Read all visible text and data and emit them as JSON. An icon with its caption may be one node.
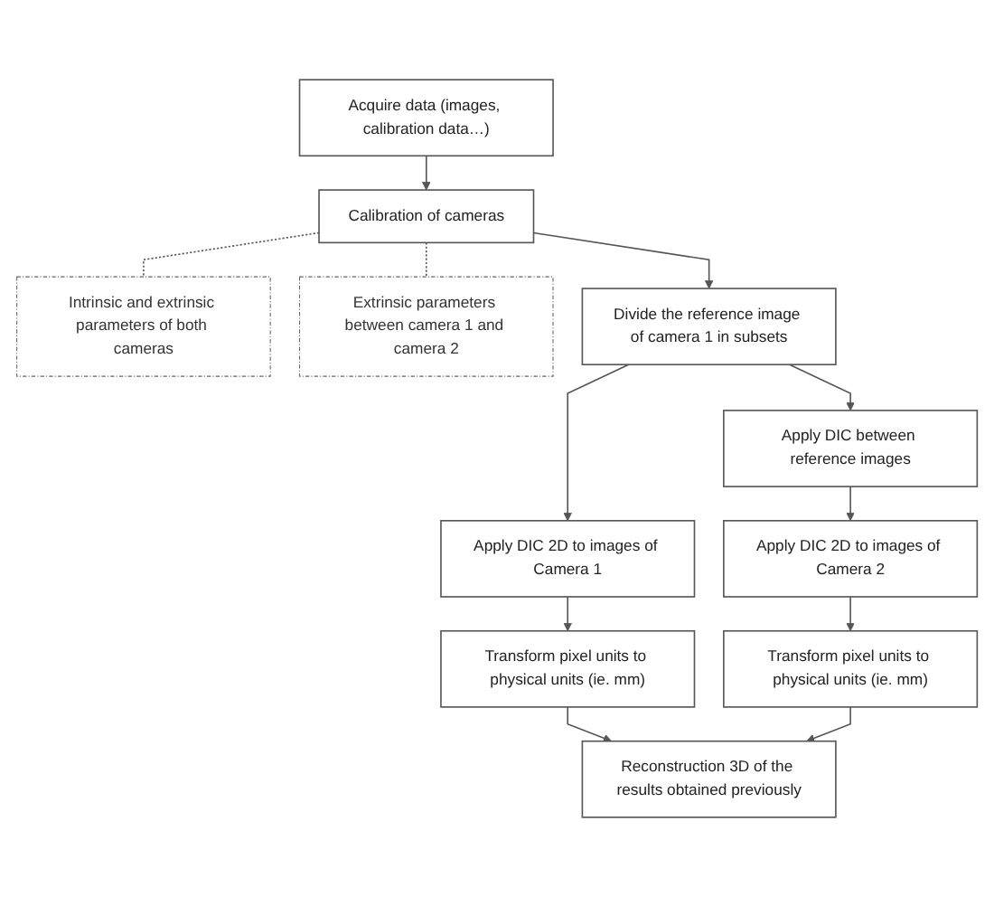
{
  "diagram": {
    "nodes": [
      {
        "text": [
          "Acquire data (images, calibration data…)"
        ]
      },
      {
        "text": [
          "Calibration of cameras"
        ]
      },
      {
        "text": [
          "Intrinsic and extrinsic parameters of both cameras"
        ]
      },
      {
        "text": [
          "Extrinsic parameters between camera 1 and camera 2"
        ]
      },
      {
        "text": [
          "Divide the reference image of camera 1 in subsets"
        ]
      },
      {
        "text": [
          "Apply DIC between reference images"
        ]
      },
      {
        "text": [
          "Apply DIC 2D to images of Camera 1"
        ]
      },
      {
        "text": [
          "Apply DIC 2D to images of Camera 2"
        ]
      },
      {
        "text": [
          "Transform pixel units to physical units (ie. mm)"
        ]
      },
      {
        "text": [
          "Transform pixel units to physical units (ie. mm)"
        ]
      },
      {
        "text": [
          "Reconstruction 3D of the results obtained previously"
        ]
      }
    ],
    "edges": [
      {
        "from": 0,
        "to": 1,
        "arrow": "to"
      },
      {
        "from": 1,
        "to": 2,
        "arrow": "none",
        "style": "dashed"
      },
      {
        "from": 1,
        "to": 3,
        "arrow": "none",
        "style": "dashed"
      },
      {
        "from": 1,
        "to": 4,
        "arrow": "to"
      },
      {
        "from": 4,
        "to": 6,
        "arrow": "to"
      },
      {
        "from": 4,
        "to": 5,
        "arrow": "to"
      },
      {
        "from": 5,
        "to": 7,
        "arrow": "to"
      },
      {
        "from": 6,
        "to": 8,
        "arrow": "to"
      },
      {
        "from": 7,
        "to": 9,
        "arrow": "to"
      },
      {
        "from": 8,
        "to": 10,
        "arrow": "to"
      },
      {
        "from": 9,
        "to": 10,
        "arrow": "to"
      }
    ]
  }
}
